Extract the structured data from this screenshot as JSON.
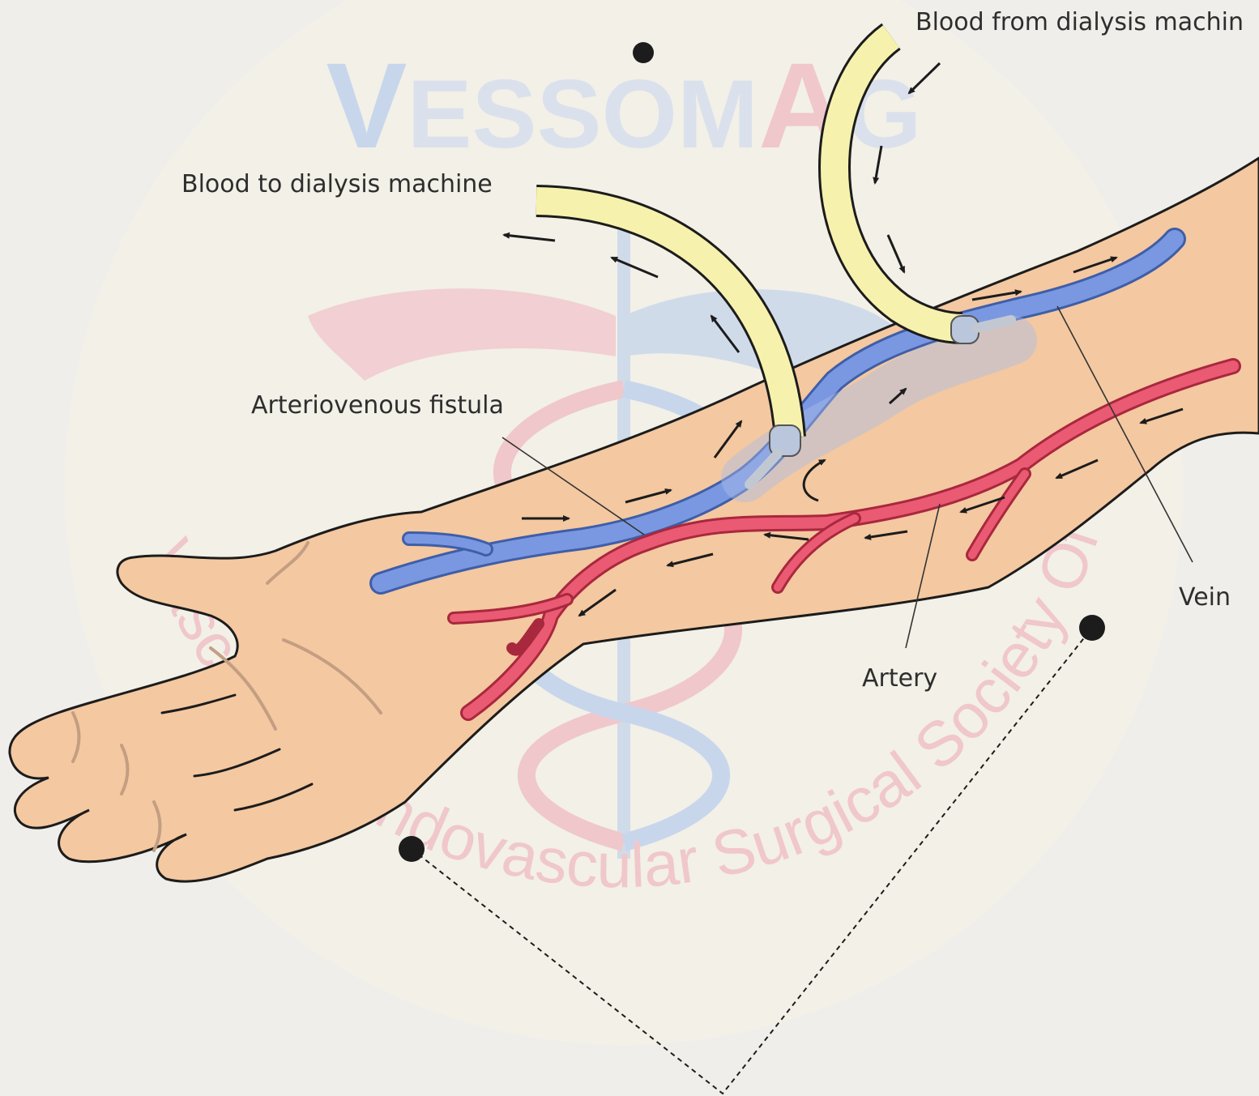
{
  "colors": {
    "background": "#efeeea",
    "skin": "#f4c8a0",
    "outline": "#1c1c1c",
    "vein": "#6f8ee0",
    "artery": "#e8556d",
    "tube": "#f6f2ad",
    "watermark_blue": "#a9c4ee",
    "watermark_red": "#f2a9b3"
  },
  "labels": {
    "blood_from_machine": "Blood from dialysis machin",
    "blood_to_machine": "Blood  to dialysis machine",
    "fistula": "Arteriovenous fistula",
    "vein": "Vein",
    "artery": "Artery"
  },
  "watermark": {
    "logo_text": "VESSOMAG",
    "society_text": "Vascular & Endovascular Surgical Society Of Maharashtra"
  }
}
